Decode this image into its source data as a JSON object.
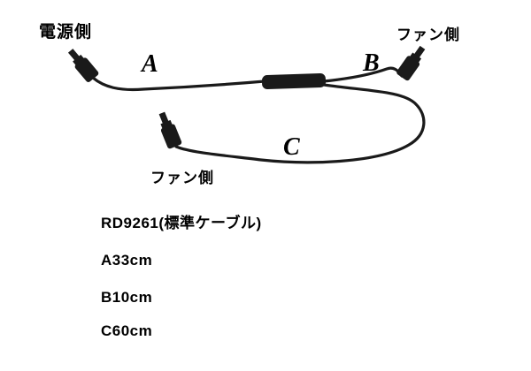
{
  "diagram": {
    "power_side_label": "電源側",
    "fan_side_top_label": "ファン側",
    "fan_side_mid_label": "ファン側",
    "segment_a": "A",
    "segment_b": "B",
    "segment_c": "C",
    "cable_color": "#1a1a1a"
  },
  "specs": {
    "model": "RD9261(標準ケーブル)",
    "length_a": "A33cm",
    "length_b": "B10cm",
    "length_c": "C60cm"
  }
}
